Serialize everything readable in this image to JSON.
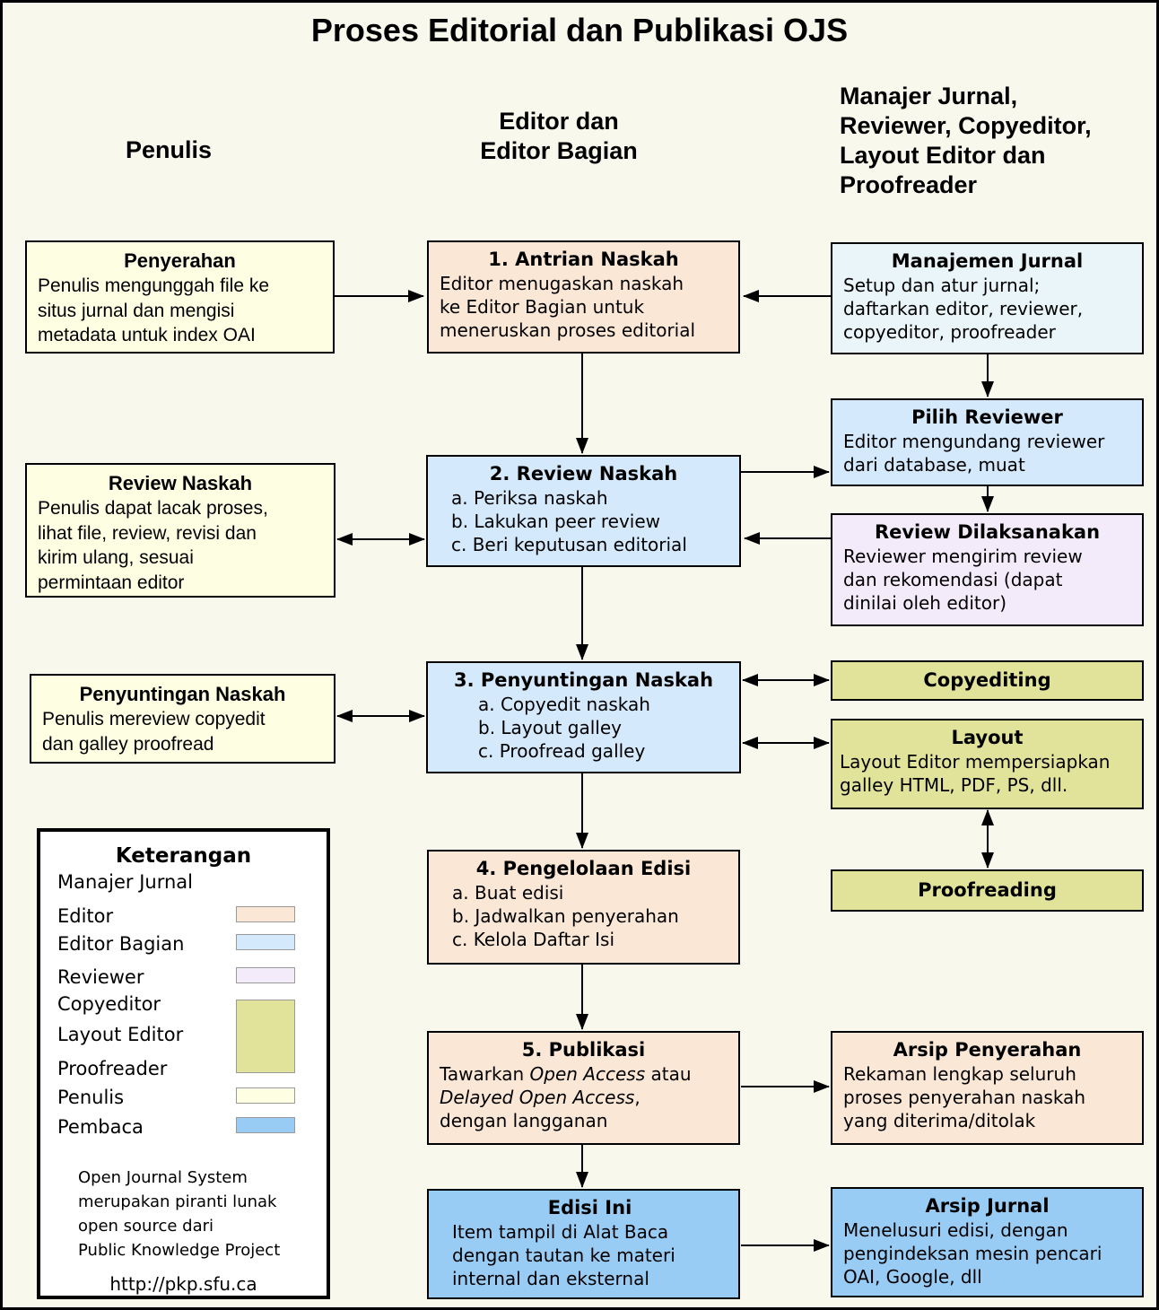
{
  "title": "Proses Editorial dan Publikasi OJS",
  "column_headers": {
    "penulis": "Penulis",
    "editor": "Editor dan\nEditor Bagian",
    "manajer": "Manajer Jurnal,\nReviewer, Copyeditor,\nLayout Editor dan\nProofreader"
  },
  "boxes": {
    "penyerahan": {
      "title": "Penyerahan",
      "body": "Penulis mengunggah file ke\nsitus jurnal dan mengisi\nmetadata untuk index OAI"
    },
    "antrian_naskah": {
      "title": "1. Antrian Naskah",
      "body": "Editor menugaskan naskah\nke Editor Bagian untuk\nmeneruskan proses editorial"
    },
    "manajemen_jurnal": {
      "title": "Manajemen Jurnal",
      "body": "Setup dan atur jurnal;\ndaftarkan editor, reviewer,\ncopyeditor, proofreader"
    },
    "pilih_reviewer": {
      "title": "Pilih Reviewer",
      "body": "Editor mengundang reviewer\ndari database, muat"
    },
    "review_dilaksanakan": {
      "title": "Review Dilaksanakan",
      "body": "Reviewer mengirim review\ndan rekomendasi (dapat\ndinilai oleh editor)"
    },
    "review_naskah_penulis": {
      "title": "Review Naskah",
      "body": "Penulis dapat lacak proses,\nlihat file, review, revisi dan\nkirim ulang, sesuai\npermintaan editor"
    },
    "review_naskah": {
      "title": "2. Review Naskah",
      "items": [
        "a. Periksa naskah",
        "b. Lakukan peer review",
        "c. Beri keputusan editorial"
      ]
    },
    "penyuntingan_naskah_penulis": {
      "title": "Penyuntingan Naskah",
      "body": "Penulis mereview copyedit\ndan galley proofread"
    },
    "penyuntingan_naskah": {
      "title": "3. Penyuntingan Naskah",
      "items": [
        "a. Copyedit naskah",
        "b. Layout galley",
        "c. Proofread galley"
      ]
    },
    "copyediting": {
      "title": "Copyediting"
    },
    "layout": {
      "title": "Layout",
      "body": "Layout Editor mempersiapkan\ngalley HTML, PDF, PS, dll."
    },
    "proofreading": {
      "title": "Proofreading"
    },
    "pengelolaan_edisi": {
      "title": "4. Pengelolaan Edisi",
      "items": [
        "a. Buat edisi",
        "b. Jadwalkan penyerahan",
        "c. Kelola Daftar Isi"
      ]
    },
    "publikasi": {
      "title": "5. Publikasi",
      "line1_pre": "Tawarkan ",
      "line1_italic": "Open Access",
      "line1_post": " atau",
      "line2_italic": "Delayed Open Access",
      "line2_post": ",",
      "line3": "dengan langganan"
    },
    "arsip_penyerahan": {
      "title": "Arsip Penyerahan",
      "body": "Rekaman lengkap seluruh\nproses penyerahan naskah\nyang diterima/ditolak"
    },
    "edisi_ini": {
      "title": "Edisi Ini",
      "body": "Item tampil di Alat Baca\ndengan tautan ke materi\ninternal dan eksternal"
    },
    "arsip_jurnal": {
      "title": "Arsip Jurnal",
      "body": "Menelusuri edisi, dengan\npengindeksan mesin pencari\nOAI, Google, dll"
    }
  },
  "legend": {
    "title": "Keterangan",
    "entries": [
      {
        "label": "Manajer Jurnal",
        "swatch": null
      },
      {
        "label": "Editor",
        "swatch": "#FBE7D5"
      },
      {
        "label": "Editor Bagian",
        "swatch": "#D4E9FB"
      },
      {
        "label": "Reviewer",
        "swatch": "#F3EBFA"
      },
      {
        "label": "Copyeditor",
        "swatch": "#E1E39B"
      },
      {
        "label": "Layout Editor",
        "swatch": "#E1E39B"
      },
      {
        "label": "Proofreader",
        "swatch": "#E1E39B"
      },
      {
        "label": "Penulis",
        "swatch": "#FEFEE3"
      },
      {
        "label": "Pembaca",
        "swatch": "#99CCF5"
      }
    ],
    "footer": "Open Journal System\nmerupakan piranti lunak\nopen source dari\nPublic Knowledge Project",
    "url": "http://pkp.sfu.ca"
  },
  "colors": {
    "page": "#F8F8EC",
    "legend": "#FFFFFF",
    "author": "#FEFEE3",
    "editor": "#FBE7D5",
    "section": "#D4E9FB",
    "reviewer": "#F3EBFA",
    "celp": "#E1E39B",
    "reader": "#99CCF5",
    "manager": "#E9F5F8"
  }
}
